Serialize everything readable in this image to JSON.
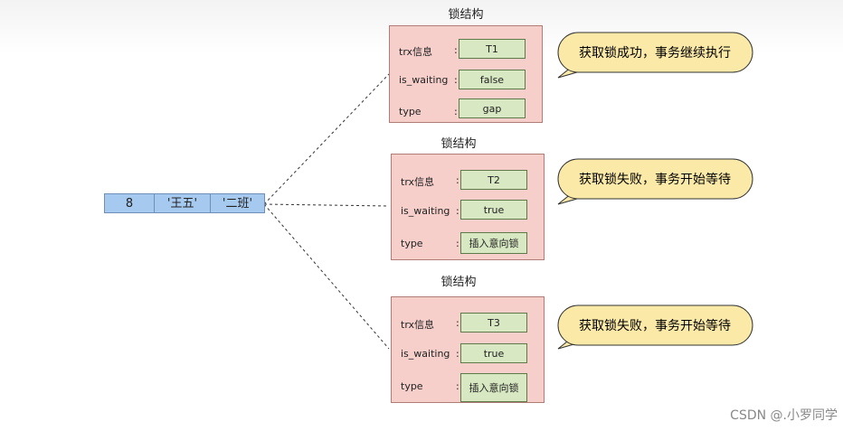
{
  "record": {
    "cells": [
      "8",
      "'王五'",
      "'二班'"
    ]
  },
  "locks": [
    {
      "title": "锁结构",
      "fields": [
        {
          "label": "trx信息",
          "value": "T1"
        },
        {
          "label": "is_waiting",
          "value": "false"
        },
        {
          "label": "type",
          "value": "gap"
        }
      ],
      "bubble": "获取锁成功，事务继续执行"
    },
    {
      "title": "锁结构",
      "fields": [
        {
          "label": "trx信息",
          "value": "T2"
        },
        {
          "label": "is_waiting",
          "value": "true"
        },
        {
          "label": "type",
          "value": "插入意向锁"
        }
      ],
      "bubble": "获取锁失败，事务开始等待"
    },
    {
      "title": "锁结构",
      "fields": [
        {
          "label": "trx信息",
          "value": "T3"
        },
        {
          "label": "is_waiting",
          "value": "true"
        },
        {
          "label": "type",
          "value": "插入意向锁"
        }
      ],
      "bubble": "获取锁失败，事务开始等待"
    }
  ],
  "colon": ":",
  "watermark": "CSDN @.小罗同学",
  "colors": {
    "record_fill": "#a6c9ef",
    "lock_fill": "#f6cfcb",
    "value_fill": "#d8e8c2",
    "bubble_fill": "#fbe9a8"
  }
}
